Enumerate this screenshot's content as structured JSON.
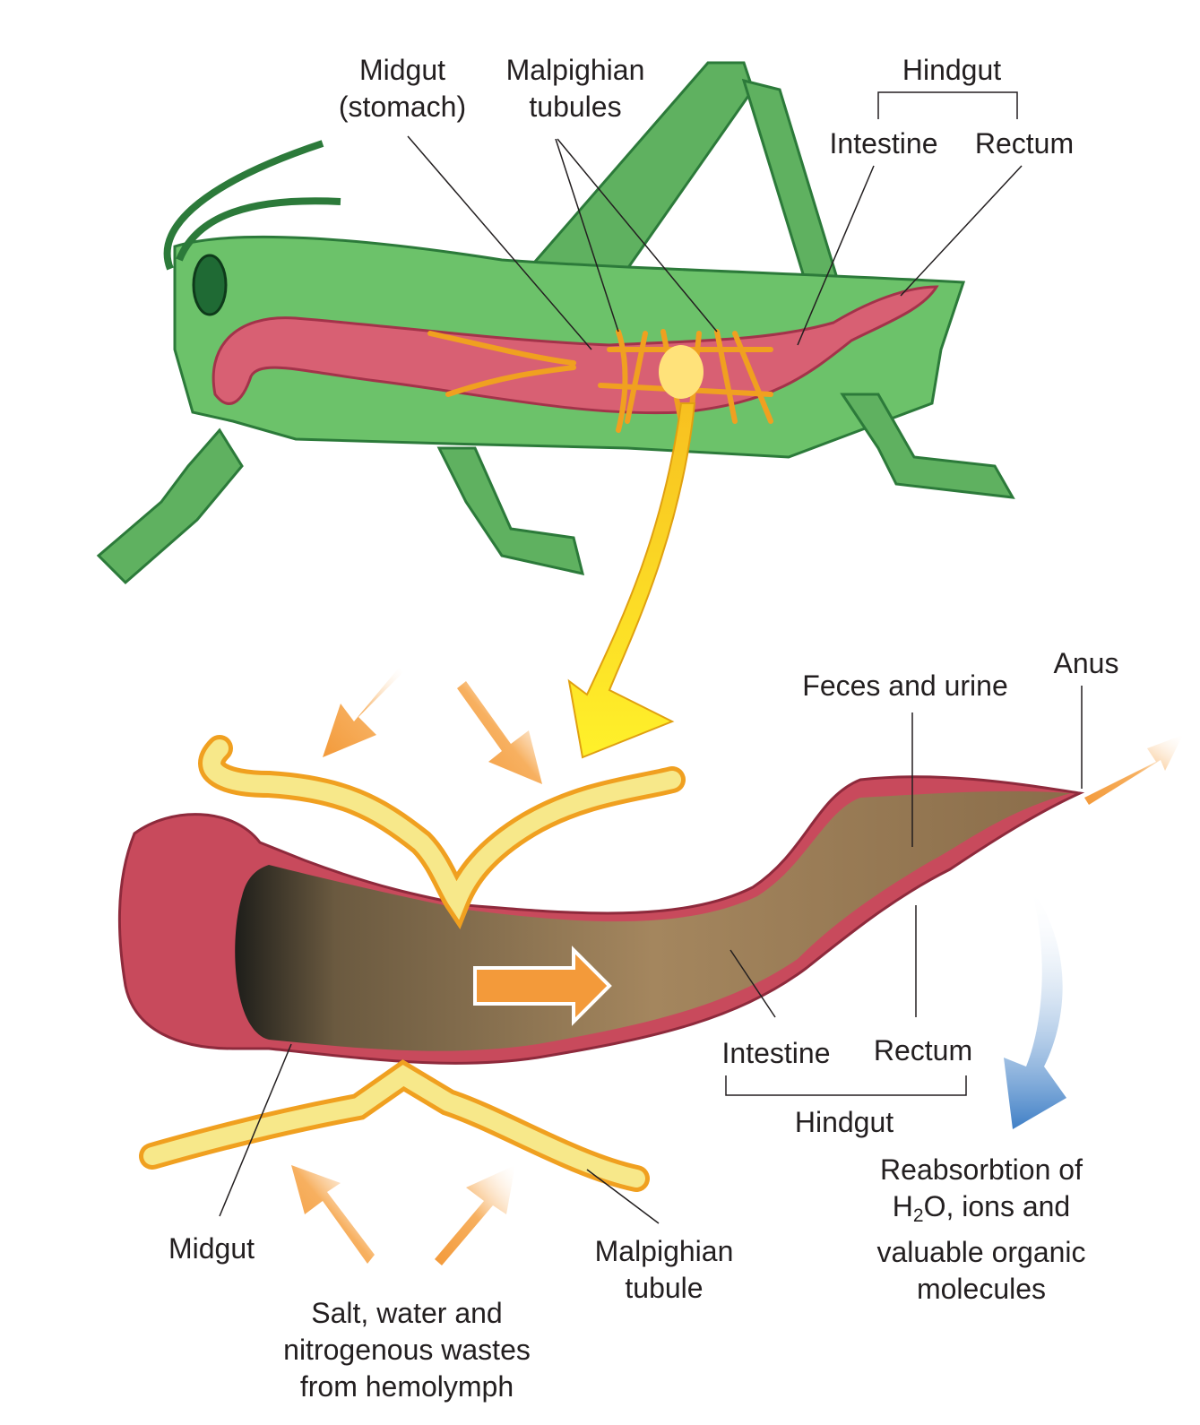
{
  "top_labels": {
    "midgut_line1": "Midgut",
    "midgut_line2": "(stomach)",
    "malpighian_line1": "Malpighian",
    "malpighian_line2": "tubules",
    "hindgut": "Hindgut",
    "intestine": "Intestine",
    "rectum": "Rectum"
  },
  "bottom_labels": {
    "anus": "Anus",
    "feces": "Feces and urine",
    "intestine": "Intestine",
    "rectum": "Rectum",
    "hindgut": "Hindgut",
    "midgut": "Midgut",
    "malpighian_line1": "Malpighian",
    "malpighian_line2": "tubule",
    "reabsorb_line1": "Reabsorbtion of",
    "reabsorb_line2_pre": "H",
    "reabsorb_line2_sub": "2",
    "reabsorb_line2_post": "O, ions and",
    "reabsorb_line3": "valuable organic",
    "reabsorb_line4": "molecules",
    "salt_line1": "Salt, water and",
    "salt_line2": "nitrogenous wastes",
    "salt_line3": "from hemolymph"
  },
  "colors": {
    "body_green": "#5cb85c",
    "gut_red": "#c8455a",
    "tubule_yellow": "#f7e36a",
    "arrow_orange": "#f39a3a",
    "arrow_blue": "#4a86c8",
    "lumen_brown": "#8a6d4a"
  }
}
